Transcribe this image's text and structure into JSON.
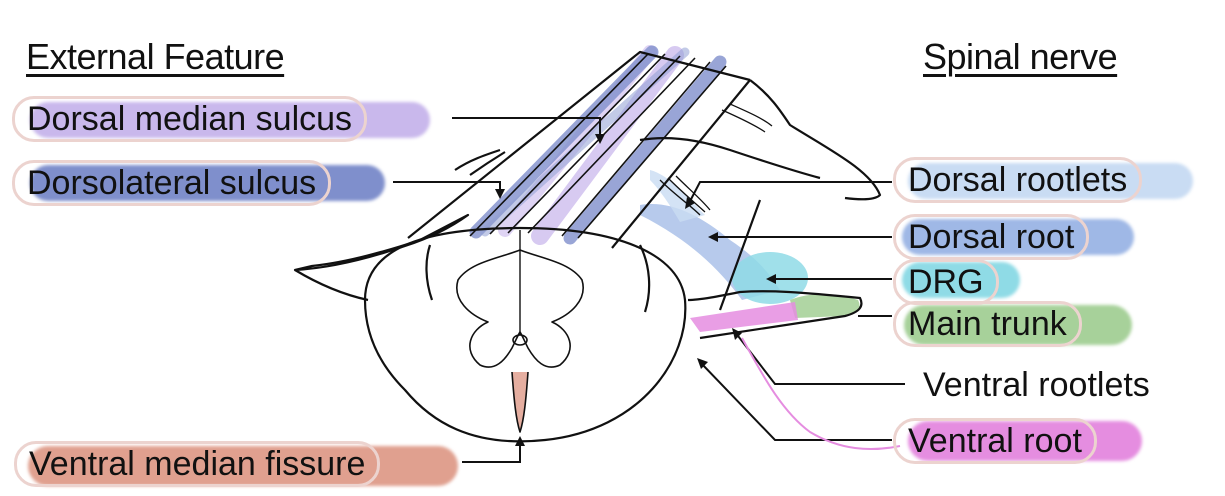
{
  "headings": {
    "left": "External Feature",
    "right": "Spinal nerve"
  },
  "labels": {
    "dorsal_median_sulcus": "Dorsal median sulcus",
    "dorsolateral_sulcus": "Dorsolateral sulcus",
    "ventral_median_fissure": "Ventral median fissure",
    "dorsal_rootlets": "Dorsal rootlets",
    "dorsal_root": "Dorsal root",
    "drg": "DRG",
    "main_trunk": "Main trunk",
    "ventral_rootlets": "Ventral rootlets",
    "ventral_root": "Ventral root"
  },
  "colors": {
    "dorsal_median_sulcus": "#c9b8ec",
    "dorsolateral_sulcus": "#7f8fcc",
    "ventral_median_fissure": "#e0a08f",
    "dorsal_rootlets": "#c9dcf3",
    "dorsal_root": "#9fb8e6",
    "drg": "#8fdbe6",
    "main_trunk": "#a7d19a",
    "ventral_root": "#e58de0",
    "label_border": "#ecd3cf",
    "line": "#111111"
  }
}
